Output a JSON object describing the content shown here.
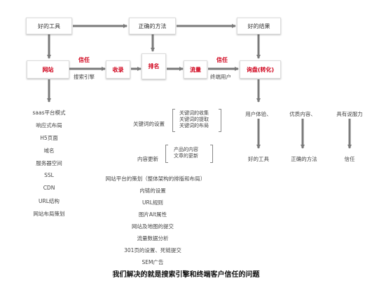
{
  "top_row": {
    "good_tools": "好的工具",
    "right_method": "正确的方法",
    "good_result": "好的结果"
  },
  "middle_row": {
    "website": "网站",
    "trust_left": "信任",
    "search_engine": "搜索引擎",
    "indexing": "收录",
    "ranking": "排名",
    "traffic": "流量",
    "trust_right": "信任",
    "end_user": "终端用户",
    "inquiry": "询盘(转化)"
  },
  "website_list": [
    "saas平台模式",
    "响应式布局",
    "H5页面",
    "域名",
    "服务器空间",
    "SSL",
    "CDN",
    "URL结构",
    "网站布局策划"
  ],
  "keyword_setting": {
    "label": "关键词的设置",
    "items": [
      "关键词的收集",
      "关键词的提取",
      "关键词的布局"
    ]
  },
  "content_update": {
    "label": "内容更新",
    "items": [
      "产品的内容",
      "文章的更新"
    ]
  },
  "method_list": [
    "网站平台的策划（整体架构的排版和布局）",
    "内链的设置",
    "URL规则",
    "图片Alt属性",
    "网站及地图的提交",
    "流量数据分析",
    "301页的设置、死链提交",
    "SEM广告"
  ],
  "result_branches": {
    "user_experience": "用户体验、",
    "quality_content": "优质内容、",
    "persuasion": "具有说服力",
    "good_tools": "好的工具",
    "right_method": "正确的方法",
    "trust": "信任"
  },
  "footer": "我们解决的就是搜索引擎和终端客户信任的问题",
  "colors": {
    "accent_red": "#d0021b",
    "arrow_gray": "#7a7a7a"
  }
}
